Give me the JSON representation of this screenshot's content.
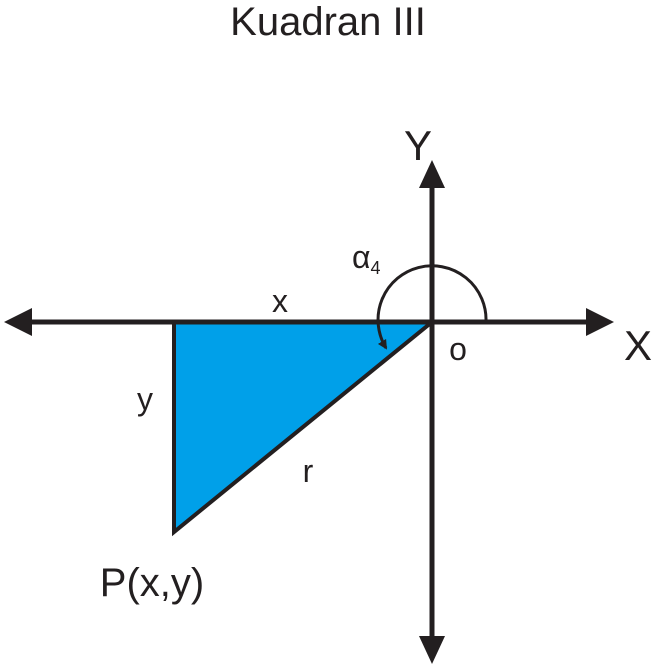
{
  "title": "Kuadran III",
  "axes": {
    "y_label": "Y",
    "x_label": "X",
    "origin_label": "o"
  },
  "triangle": {
    "side_x_label": "x",
    "side_y_label": "y",
    "hypotenuse_label": "r",
    "point_label": "P(x,y)",
    "fill_color": "#00a0e9"
  },
  "angle": {
    "symbol": "α",
    "subscript": "4"
  },
  "colors": {
    "ink": "#231f20",
    "triangle_fill": "#00a0e9"
  }
}
